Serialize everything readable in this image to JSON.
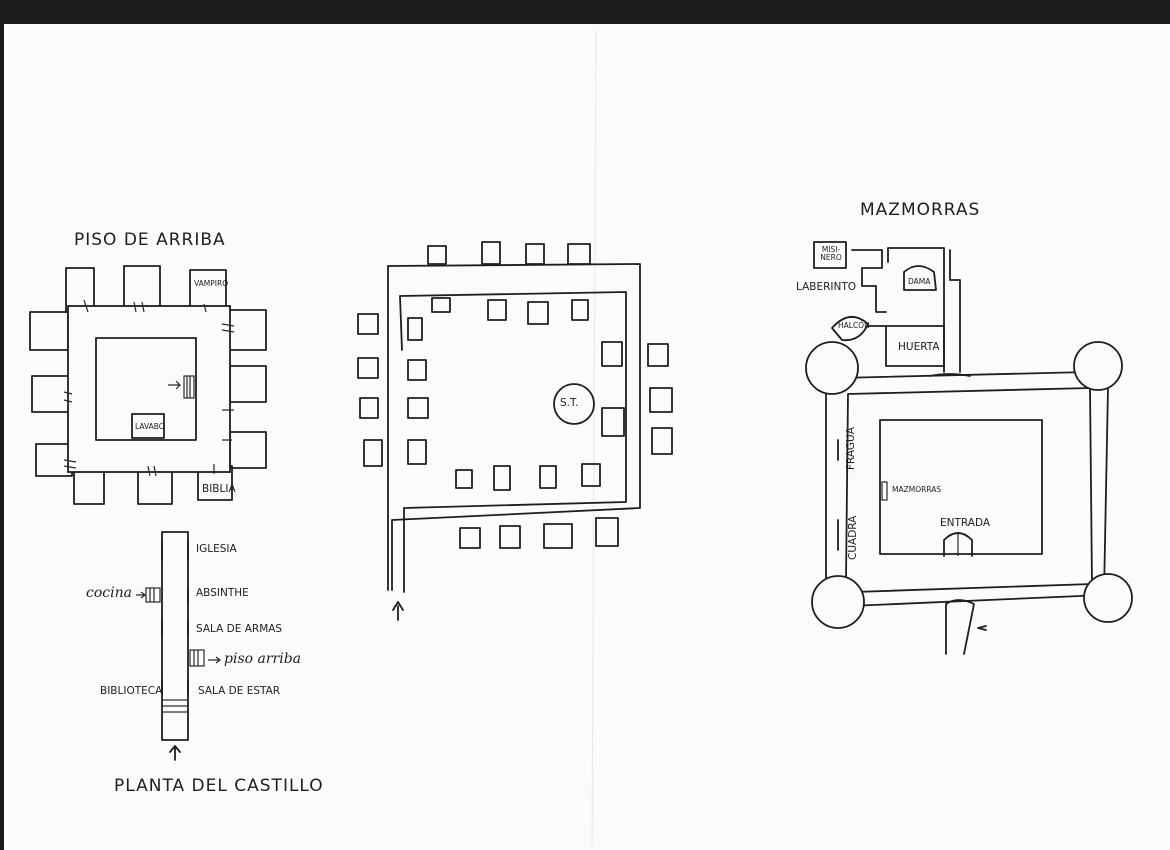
{
  "maps": {
    "upper_floor": {
      "title": "PISO DE ARRIBA",
      "rooms": {
        "vampire": "VAMPIRO",
        "washbasin": "LAVABO",
        "library": "BIBLIA"
      }
    },
    "castle_floor": {
      "title": "PLANTA DEL CASTILLO",
      "rooms": {
        "church": "IGLESIA",
        "absinthe": "ABSINTHE",
        "armory": "SALA DE ARMAS",
        "living_room": "SALA DE ESTAR",
        "library": "BIBLIOTECA",
        "kitchen": "cocina",
        "upstairs": "piso arriba"
      }
    },
    "labyrinth": {
      "marker": "S.T."
    },
    "dungeons": {
      "title": "MAZMORRAS",
      "rooms": {
        "treasure": "MISI- NERO",
        "labyrinth": "LABERINTO",
        "dame": "DAMA",
        "falcon": "HALCÓN",
        "garden": "HUERTA",
        "forge": "FRAGUA",
        "stable": "CUADRA",
        "dungeons": "MAZMORRAS",
        "entrance": "ENTRADA"
      }
    }
  }
}
